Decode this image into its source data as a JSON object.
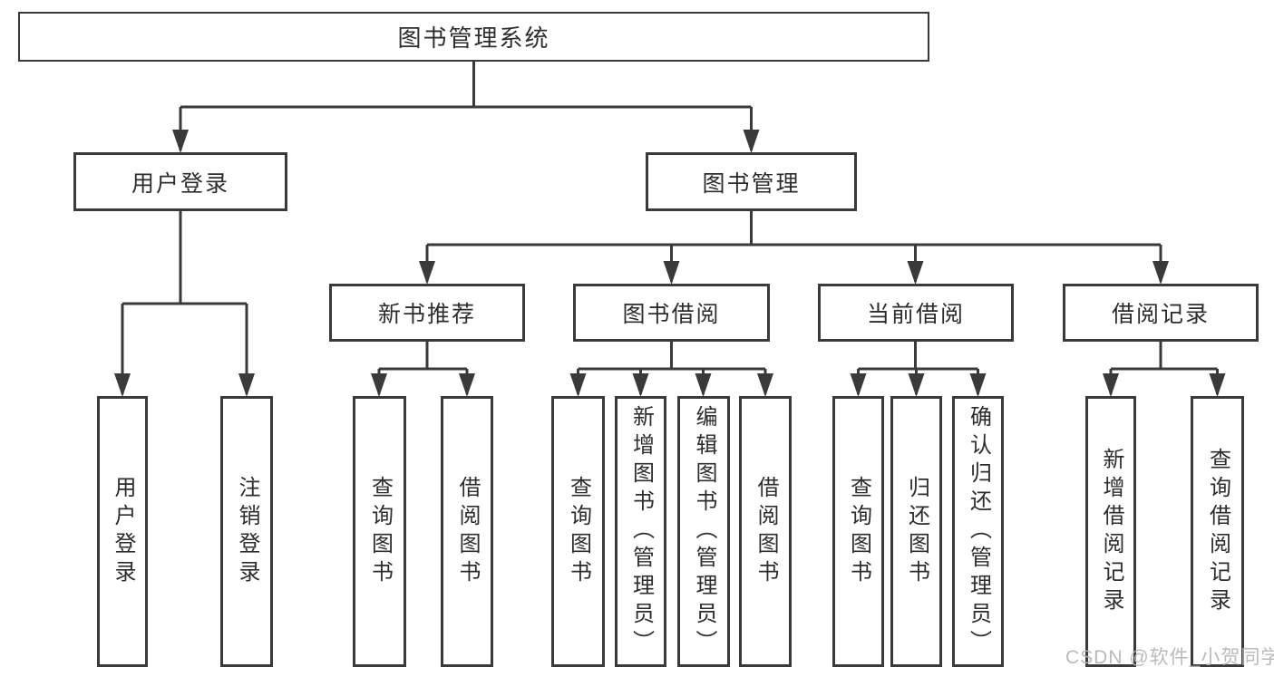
{
  "tree": {
    "label": "图书管理系统",
    "children": [
      {
        "label": "用户登录",
        "children": [
          {
            "label": "用户登录"
          },
          {
            "label": "注销登录"
          }
        ]
      },
      {
        "label": "图书管理",
        "children": [
          {
            "label": "新书推荐",
            "children": [
              {
                "label": "查询图书"
              },
              {
                "label": "借阅图书"
              }
            ]
          },
          {
            "label": "图书借阅",
            "children": [
              {
                "label": "查询图书"
              },
              {
                "label": "新增图书（管理员）"
              },
              {
                "label": "编辑图书（管理员）"
              },
              {
                "label": "借阅图书"
              }
            ]
          },
          {
            "label": "当前借阅",
            "children": [
              {
                "label": "查询图书"
              },
              {
                "label": "归还图书"
              },
              {
                "label": "确认归还（管理员）"
              }
            ]
          },
          {
            "label": "借阅记录",
            "children": [
              {
                "label": "新增借阅记录"
              },
              {
                "label": "查询借阅记录"
              }
            ]
          }
        ]
      }
    ]
  },
  "watermark": "CSDN @软件_小贺同学",
  "colors": {
    "line": "#3a3a3a",
    "box_border": "#3a3a3a",
    "text": "#2d2d2d",
    "watermark": "#b5b5b5",
    "background": "#ffffff"
  }
}
